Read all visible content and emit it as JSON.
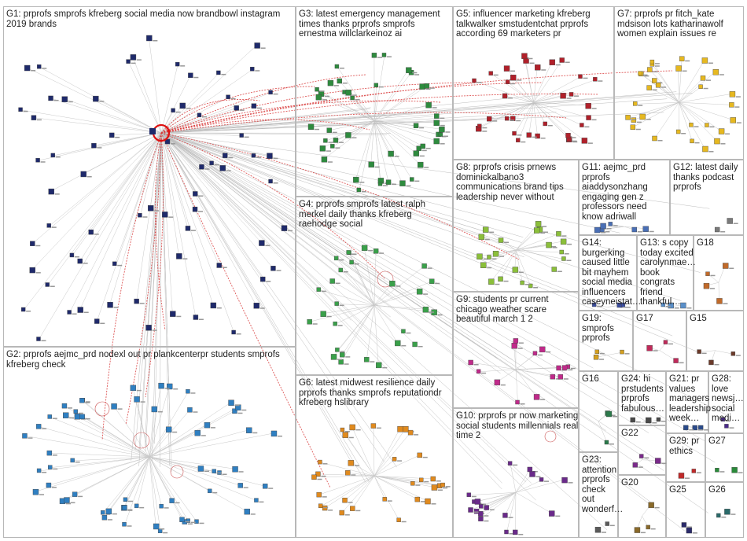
{
  "groups": [
    {
      "id": "G1",
      "label": "G1: prprofs smprofs kfreberg social media now brandbowl instagram 2019 brands",
      "color": "#1f2a6b"
    },
    {
      "id": "G2",
      "label": "G2: prprofs aejmc_prd nodexl out pr plankcenterpr students smprofs kfreberg check",
      "color": "#2f7fc1"
    },
    {
      "id": "G3",
      "label": "G3: latest emergency management times thanks prprofs smprofs ernestma willclarkeinoz ai",
      "color": "#2e8b3e"
    },
    {
      "id": "G4",
      "label": "G4: prprofs smprofs latest ralph merkel daily thanks kfreberg raehodge social",
      "color": "#3aa04a"
    },
    {
      "id": "G5",
      "label": "G5: influencer marketing kfreberg talkwalker smstudentchat prprofs according 69 marketers pr",
      "color": "#b0202a"
    },
    {
      "id": "G6",
      "label": "G6: latest midwest resilience daily prprofs thanks smprofs reputationdr kfreberg hslibrary",
      "color": "#e08a1e"
    },
    {
      "id": "G7",
      "label": "G7: prprofs pr fitch_kate mdsison lots katharinawolf women explain issues re",
      "color": "#e6b820"
    },
    {
      "id": "G8",
      "label": "G8: prprofs crisis prnews dominickalbano3 communications brand tips leadership never without",
      "color": "#8bbf3a"
    },
    {
      "id": "G9",
      "label": "G9: students pr current chicago weather scare beautiful march 1 2",
      "color": "#c02a8a"
    },
    {
      "id": "G10",
      "label": "G10: prprofs pr now marketing social students millennials real time 2",
      "color": "#6a2a8a"
    },
    {
      "id": "G11",
      "label": "G11: aejmc_prd prprofs aiaddysonzhang engaging gen z professors need know adriwall",
      "color": "#4a6fb5"
    },
    {
      "id": "G12",
      "label": "G12: latest daily thanks podcast prprofs",
      "color": "#7a7a7a"
    },
    {
      "id": "G13",
      "label": "G13: s copy today excited carolynmae… book congrats friend thankful…",
      "color": "#5a8fc8"
    },
    {
      "id": "G14",
      "label": "G14: burgerking caused little bit mayhem social media influencers caseyneistat…",
      "color": "#3b4da0"
    },
    {
      "id": "G15",
      "label": "G15",
      "color": "#6b3a2a"
    },
    {
      "id": "G16",
      "label": "G16",
      "color": "#2a7a4a"
    },
    {
      "id": "G17",
      "label": "G17",
      "color": "#c02a5a"
    },
    {
      "id": "G18",
      "label": "G18",
      "color": "#c06a2a"
    },
    {
      "id": "G19",
      "label": "G19: smprofs prprofs",
      "color": "#d4a020"
    },
    {
      "id": "G20",
      "label": "G20",
      "color": "#8a6a2a"
    },
    {
      "id": "G21",
      "label": "G21: pr values managers leadership week…",
      "color": "#2a4a8a"
    },
    {
      "id": "G22",
      "label": "G22",
      "color": "#7a2a8a"
    },
    {
      "id": "G23",
      "label": "G23: attention prprofs check out wonderf…",
      "color": "#5a5a5a"
    },
    {
      "id": "G24",
      "label": "G24: hi prstudents prprofs fabulous…",
      "color": "#4a4a4a"
    },
    {
      "id": "G25",
      "label": "G25",
      "color": "#2a2a6a"
    },
    {
      "id": "G26",
      "label": "G26",
      "color": "#2a6a6a"
    },
    {
      "id": "G27",
      "label": "G27",
      "color": "#2a8a3a"
    },
    {
      "id": "G28",
      "label": "G28: love newsj… social medi…",
      "color": "#4a2a8a"
    },
    {
      "id": "G29",
      "label": "G29: pr ethics",
      "color": "#c02a2a"
    }
  ]
}
